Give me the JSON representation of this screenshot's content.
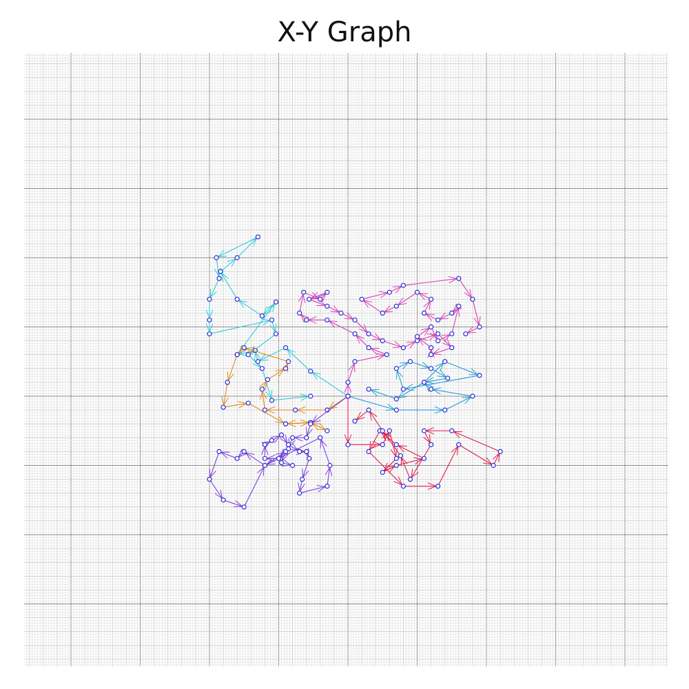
{
  "chart_data": {
    "type": "line",
    "title": "X-Y Graph",
    "xlabel": "",
    "ylabel": "",
    "xlim": [
      -12,
      12
    ],
    "ylim": [
      -12,
      12
    ],
    "grid": true,
    "legend": "none",
    "series": [
      {
        "color": "#2ec9d6",
        "points": [
          [
            0,
            0
          ],
          [
            -2.7,
            1.8
          ],
          [
            -4.5,
            3.5
          ],
          [
            -6.5,
            2.5
          ],
          [
            -6.7,
            3.3
          ],
          [
            -8,
            3.0
          ],
          [
            -5.2,
            6.8
          ],
          [
            -6.2,
            5.8
          ],
          [
            -8,
            7.0
          ],
          [
            -9.2,
            9.0
          ],
          [
            -8.0,
            10.0
          ],
          [
            -6.5,
            11.5
          ],
          [
            -9.5,
            10.0
          ],
          [
            -9.3,
            8.5
          ],
          [
            -10.0,
            7.0
          ],
          [
            -10.0,
            5.5
          ],
          [
            -10.0,
            4.5
          ],
          [
            -5.5,
            5.5
          ],
          [
            -5.2,
            4.5
          ],
          [
            -7.2,
            3.0
          ],
          [
            -6.2,
            2.0
          ],
          [
            -5.5,
            -0.3
          ],
          [
            -2.7,
            0
          ]
        ]
      },
      {
        "color": "#e08a1e",
        "points": [
          [
            0,
            0
          ],
          [
            -1.5,
            -1.0
          ],
          [
            -3.8,
            -1.0
          ],
          [
            -6.0,
            -1.0
          ],
          [
            -6.2,
            0.5
          ],
          [
            -5.8,
            1.2
          ],
          [
            -4.5,
            2.0
          ],
          [
            -4.3,
            2.5
          ],
          [
            -7.5,
            3.5
          ],
          [
            -8.0,
            3.0
          ],
          [
            -8.7,
            1.0
          ],
          [
            -9.0,
            -0.8
          ],
          [
            -7.2,
            -0.5
          ],
          [
            -4.5,
            -2.0
          ],
          [
            -2.7,
            -1.9
          ],
          [
            -1.5,
            -2.5
          ],
          [
            -2.7,
            -1.9
          ],
          [
            -4.5,
            -2.0
          ]
        ]
      },
      {
        "color": "#7a3cdb",
        "points": [
          [
            0,
            0
          ],
          [
            -2.7,
            -2.0
          ],
          [
            -3.0,
            -3.0
          ],
          [
            -4.0,
            -3.0
          ],
          [
            -4.3,
            -3.8
          ],
          [
            -5.0,
            -4.5
          ],
          [
            -6.0,
            -4.5
          ],
          [
            -6.0,
            -3.5
          ],
          [
            -5.5,
            -3.2
          ],
          [
            -4.8,
            -2.8
          ],
          [
            -4.3,
            -3.5
          ],
          [
            -3.5,
            -4.0
          ],
          [
            -3.0,
            -4.0
          ],
          [
            -2.8,
            -4.5
          ],
          [
            -3.3,
            -6.0
          ],
          [
            -3.5,
            -7.0
          ],
          [
            -1.5,
            -6.5
          ],
          [
            -1.3,
            -5.0
          ],
          [
            -2.0,
            -3.0
          ],
          [
            -6.0,
            -5.0
          ],
          [
            -7.5,
            -4.0
          ],
          [
            -8.0,
            -4.5
          ],
          [
            -9.3,
            -4.0
          ],
          [
            -10.0,
            -6.0
          ],
          [
            -9.0,
            -7.5
          ],
          [
            -7.5,
            -8.0
          ],
          [
            -6.0,
            -5.0
          ],
          [
            -4.5,
            -4.0
          ],
          [
            -4.8,
            -4.8
          ],
          [
            -4.0,
            -5.0
          ]
        ]
      },
      {
        "color": "#e0194a",
        "points": [
          [
            0,
            0
          ],
          [
            0,
            -3.5
          ],
          [
            2.5,
            -3.5
          ],
          [
            3.0,
            -2.5
          ],
          [
            3.5,
            -4.5
          ],
          [
            2.5,
            -5.5
          ],
          [
            3.5,
            -5.0
          ],
          [
            5.5,
            -4.5
          ],
          [
            3.5,
            -3.5
          ],
          [
            2.3,
            -2.5
          ],
          [
            1.5,
            -4.0
          ],
          [
            4.0,
            -6.5
          ],
          [
            6.5,
            -6.5
          ],
          [
            8.0,
            -3.5
          ],
          [
            10.5,
            -5.0
          ],
          [
            11.0,
            -4.0
          ],
          [
            7.5,
            -2.5
          ],
          [
            5.5,
            -2.5
          ],
          [
            6.0,
            -3.5
          ],
          [
            4.5,
            -6.0
          ],
          [
            3.8,
            -4.3
          ],
          [
            2.5,
            -2.5
          ],
          [
            1.5,
            -1.0
          ],
          [
            0.5,
            -1.8
          ]
        ]
      },
      {
        "color": "#1f9bd6",
        "points": [
          [
            0,
            0
          ],
          [
            3.5,
            -1.0
          ],
          [
            7.0,
            -1.0
          ],
          [
            9.0,
            0.0
          ],
          [
            6.0,
            0.5
          ],
          [
            5.5,
            1.0
          ],
          [
            7.0,
            2.5
          ],
          [
            9.5,
            1.5
          ],
          [
            4.0,
            0.5
          ],
          [
            3.5,
            2.0
          ],
          [
            4.5,
            2.5
          ],
          [
            6.0,
            2.0
          ],
          [
            7.2,
            1.3
          ],
          [
            5.5,
            1.0
          ],
          [
            3.5,
            -0.2
          ],
          [
            1.5,
            0.5
          ]
        ]
      },
      {
        "color": "#d43cb4",
        "points": [
          [
            0,
            0
          ],
          [
            0,
            1.0
          ],
          [
            0.5,
            2.5
          ],
          [
            2.8,
            3.0
          ],
          [
            1.5,
            3.5
          ],
          [
            0.5,
            4.5
          ],
          [
            -1.5,
            5.5
          ],
          [
            -3.0,
            5.5
          ],
          [
            -3.5,
            6.0
          ],
          [
            -3.2,
            7.5
          ],
          [
            -2.0,
            7.0
          ],
          [
            -1.5,
            7.5
          ],
          [
            -2.8,
            7.0
          ],
          [
            -1.5,
            6.5
          ],
          [
            -0.5,
            6.0
          ],
          [
            0.5,
            5.5
          ],
          [
            1.5,
            4.5
          ],
          [
            2.5,
            4.0
          ],
          [
            4.0,
            3.5
          ],
          [
            5.0,
            4.0
          ],
          [
            6.5,
            4.5
          ],
          [
            7.5,
            3.5
          ],
          [
            6.0,
            3.0
          ],
          [
            6.0,
            3.5
          ],
          [
            5.0,
            4.3
          ],
          [
            6.0,
            5.0
          ],
          [
            6.5,
            4.0
          ],
          [
            7.5,
            4.5
          ],
          [
            8.0,
            6.5
          ],
          [
            7.5,
            6.0
          ],
          [
            6.5,
            5.5
          ],
          [
            5.5,
            6.0
          ],
          [
            6.0,
            7.0
          ],
          [
            5.0,
            7.5
          ],
          [
            3.5,
            6.5
          ],
          [
            2.5,
            6.0
          ],
          [
            1.0,
            7.0
          ],
          [
            3.0,
            7.5
          ],
          [
            4.0,
            8.0
          ],
          [
            8.0,
            8.5
          ],
          [
            9.0,
            7.0
          ],
          [
            9.5,
            5.0
          ],
          [
            8.5,
            4.5
          ]
        ]
      }
    ]
  }
}
